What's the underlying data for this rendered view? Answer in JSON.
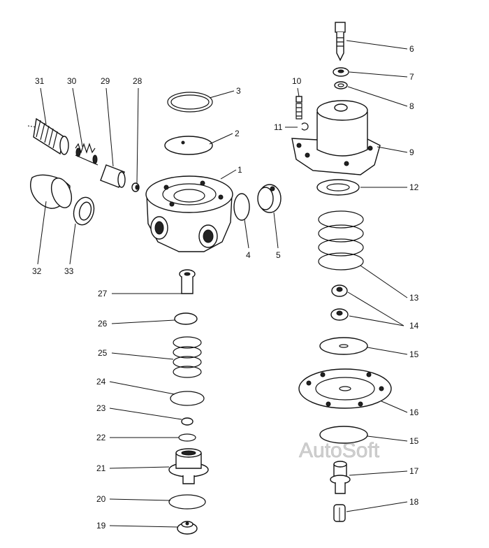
{
  "watermark": "AutoSoft",
  "callouts": [
    {
      "id": "1",
      "text": "1"
    },
    {
      "id": "2",
      "text": "2"
    },
    {
      "id": "3",
      "text": "3"
    },
    {
      "id": "4",
      "text": "4"
    },
    {
      "id": "5",
      "text": "5"
    },
    {
      "id": "6",
      "text": "6"
    },
    {
      "id": "7",
      "text": "7"
    },
    {
      "id": "8",
      "text": "8"
    },
    {
      "id": "9",
      "text": "9"
    },
    {
      "id": "10",
      "text": "10"
    },
    {
      "id": "11",
      "text": "11"
    },
    {
      "id": "12",
      "text": "12"
    },
    {
      "id": "13",
      "text": "13"
    },
    {
      "id": "14",
      "text": "14"
    },
    {
      "id": "15a",
      "text": "15"
    },
    {
      "id": "15b",
      "text": "15"
    },
    {
      "id": "16",
      "text": "16"
    },
    {
      "id": "17",
      "text": "17"
    },
    {
      "id": "18",
      "text": "18"
    },
    {
      "id": "19",
      "text": "19"
    },
    {
      "id": "20",
      "text": "20"
    },
    {
      "id": "21",
      "text": "21"
    },
    {
      "id": "22",
      "text": "22"
    },
    {
      "id": "23",
      "text": "23"
    },
    {
      "id": "24",
      "text": "24"
    },
    {
      "id": "25",
      "text": "25"
    },
    {
      "id": "26",
      "text": "26"
    },
    {
      "id": "27",
      "text": "27"
    },
    {
      "id": "28",
      "text": "28"
    },
    {
      "id": "29",
      "text": "29"
    },
    {
      "id": "30",
      "text": "30"
    },
    {
      "id": "31",
      "text": "31"
    },
    {
      "id": "32",
      "text": "32"
    },
    {
      "id": "33",
      "text": "33"
    }
  ]
}
